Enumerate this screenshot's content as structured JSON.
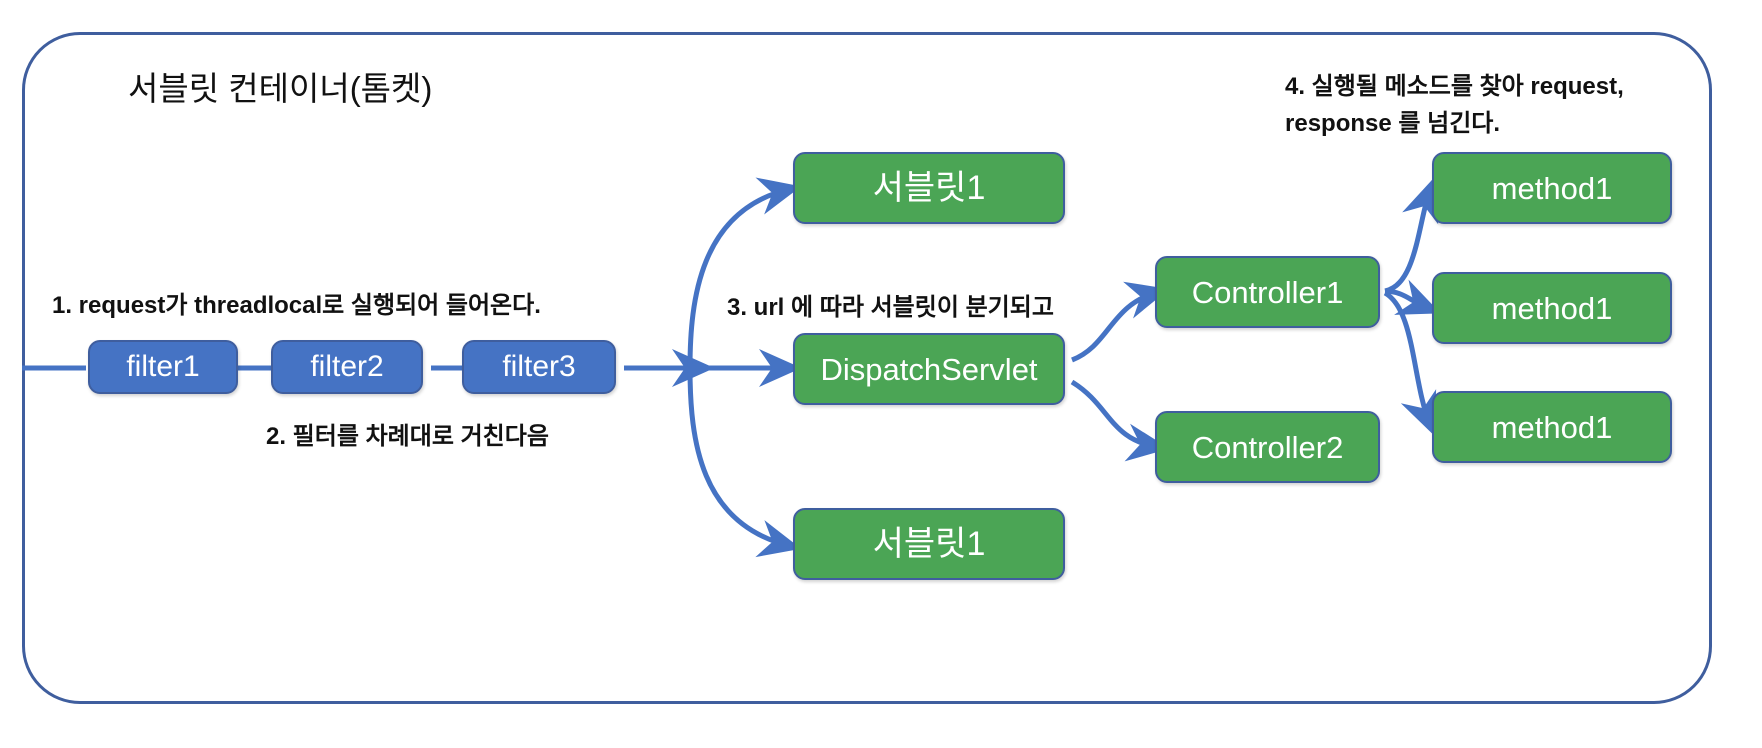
{
  "diagram": {
    "title": "서블릿 컨테이너(톰켓)",
    "frame_color": "#3f5e9e",
    "filter_color": "#4573c4",
    "servlet_color": "#4ba555",
    "arrow_color": "#4573c4"
  },
  "annotations": {
    "step1": "1. request가 threadlocal로 실행되어 들어온다.",
    "step2": "2. 필터를 차례대로 거친다음",
    "step3": "3. url 에 따라 서블릿이 분기되고",
    "step4_line1": "4. 실행될 메소드를 찾아 request,",
    "step4_line2": "response 를 넘긴다."
  },
  "filters": [
    {
      "label": "filter1"
    },
    {
      "label": "filter2"
    },
    {
      "label": "filter3"
    }
  ],
  "servlets": [
    {
      "label": "서블릿1"
    },
    {
      "label": "DispatchServlet"
    },
    {
      "label": "서블릿1"
    }
  ],
  "controllers": [
    {
      "label": "Controller1"
    },
    {
      "label": "Controller2"
    }
  ],
  "methods": [
    {
      "label": "method1"
    },
    {
      "label": "method1"
    },
    {
      "label": "method1"
    }
  ]
}
